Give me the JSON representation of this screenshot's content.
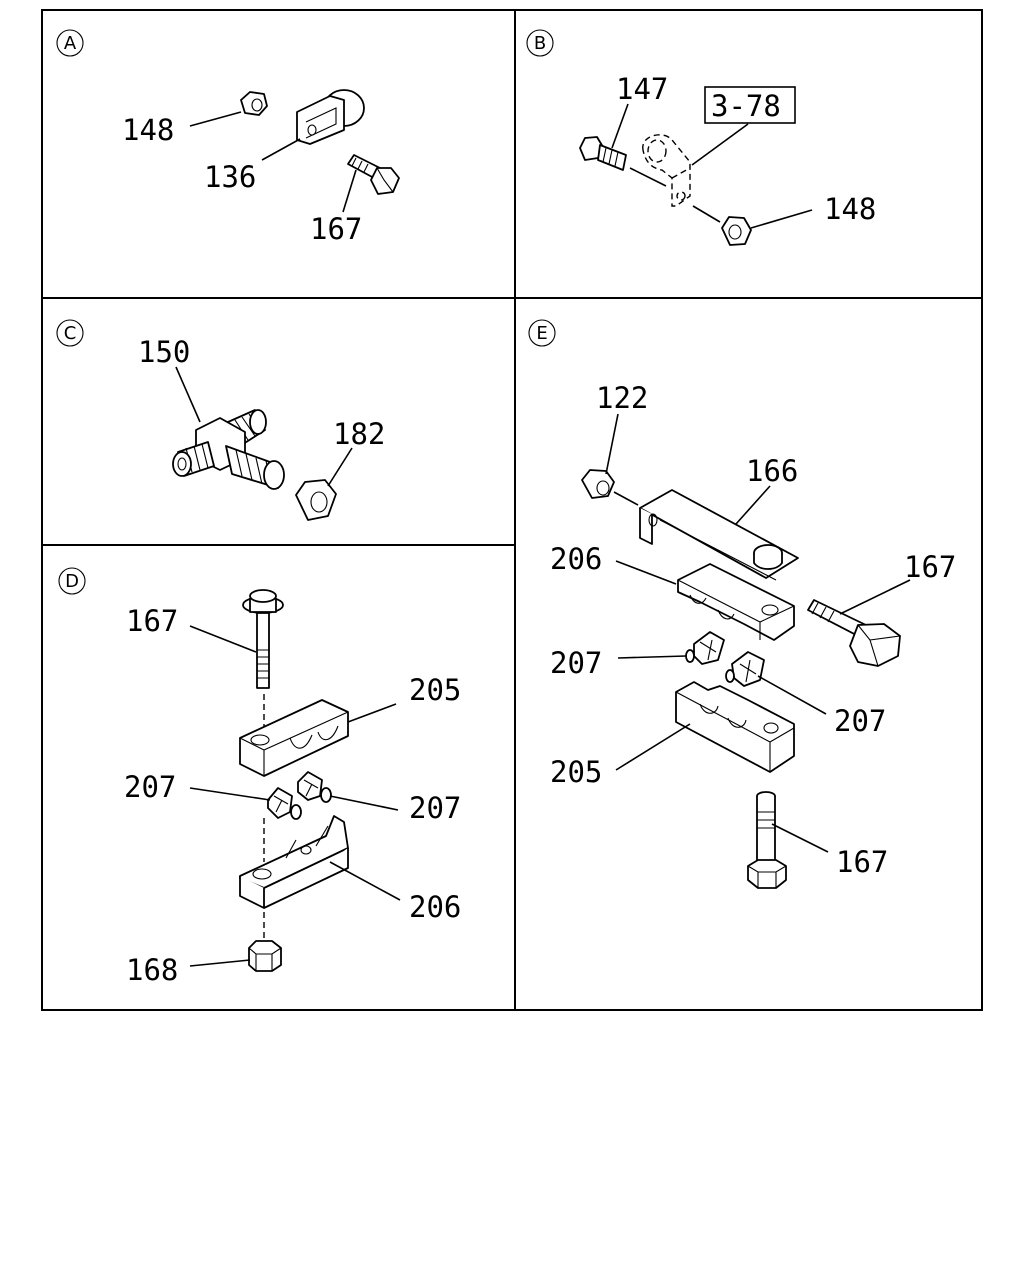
{
  "sections": {
    "a": {
      "letter": "A",
      "labels": [
        "148",
        "136",
        "167"
      ]
    },
    "b": {
      "letter": "B",
      "labels": [
        "147",
        "148"
      ],
      "ref_box": "3-78"
    },
    "c": {
      "letter": "C",
      "labels": [
        "150",
        "182"
      ]
    },
    "d": {
      "letter": "D",
      "labels": [
        "167",
        "205",
        "207",
        "207",
        "206",
        "168"
      ]
    },
    "e": {
      "letter": "E",
      "labels": [
        "122",
        "166",
        "206",
        "167",
        "207",
        "207",
        "205",
        "167"
      ]
    }
  }
}
